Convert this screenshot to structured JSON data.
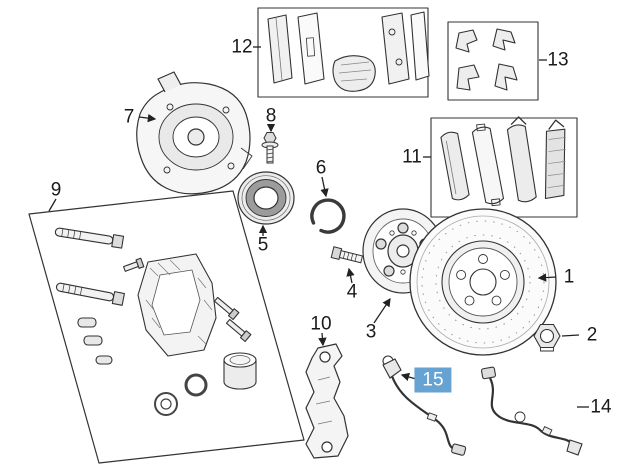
{
  "diagram": {
    "highlight_color": "#66a3d2",
    "line_color": "#333333"
  },
  "callouts": {
    "c1": "1",
    "c2": "2",
    "c3": "3",
    "c4": "4",
    "c5": "5",
    "c6": "6",
    "c7": "7",
    "c8": "8",
    "c9": "9",
    "c10": "10",
    "c11": "11",
    "c12": "12",
    "c13": "13",
    "c14": "14",
    "c15": "15"
  }
}
